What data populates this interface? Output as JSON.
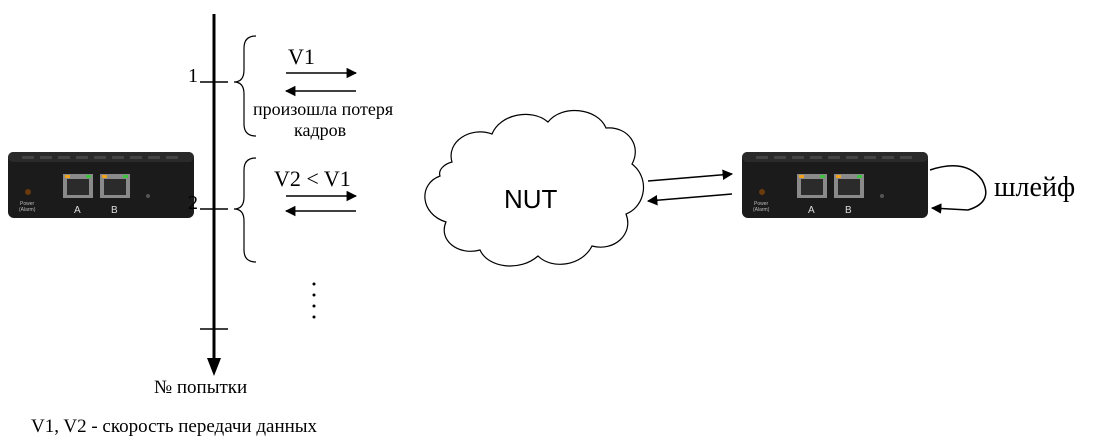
{
  "timeline": {
    "tick_1": "1",
    "tick_2": "2",
    "axis_label": "№ попытки"
  },
  "attempt_1": {
    "speed_label": "V1",
    "note_line_1": "произошла потеря",
    "note_line_2": "кадров"
  },
  "attempt_2": {
    "speed_label": "V2 < V1"
  },
  "network": {
    "cloud_label": "NUT"
  },
  "loopback": {
    "label": "шлейф"
  },
  "device": {
    "power_label": "Power",
    "alarm_label": "(Alarm)",
    "port_a": "A",
    "port_b": "B"
  },
  "footnote": "V1, V2 - скорость передачи данных",
  "colors": {
    "device_body": "#1b1b1b",
    "led_amber": "#f0a21a",
    "led_green": "#3fc23f"
  }
}
